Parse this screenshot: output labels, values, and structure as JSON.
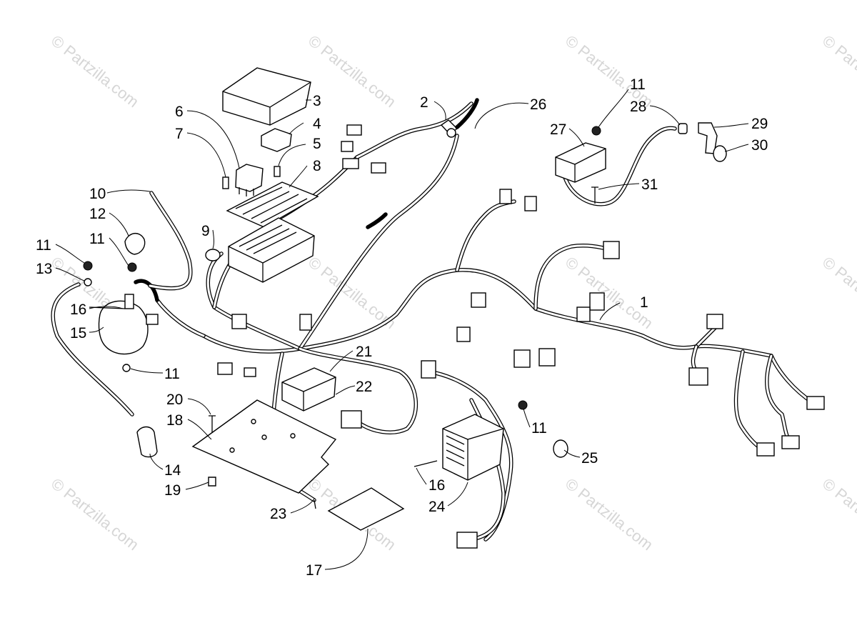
{
  "watermark": {
    "text": "© Partzilla.com"
  },
  "callouts": [
    {
      "num": "1"
    },
    {
      "num": "2"
    },
    {
      "num": "3"
    },
    {
      "num": "4"
    },
    {
      "num": "5"
    },
    {
      "num": "6"
    },
    {
      "num": "7"
    },
    {
      "num": "8"
    },
    {
      "num": "9"
    },
    {
      "num": "10"
    },
    {
      "num": "11"
    },
    {
      "num": "12"
    },
    {
      "num": "11"
    },
    {
      "num": "11"
    },
    {
      "num": "13"
    },
    {
      "num": "16"
    },
    {
      "num": "15"
    },
    {
      "num": "11"
    },
    {
      "num": "20"
    },
    {
      "num": "18"
    },
    {
      "num": "14"
    },
    {
      "num": "19"
    },
    {
      "num": "21"
    },
    {
      "num": "22"
    },
    {
      "num": "23"
    },
    {
      "num": "17"
    },
    {
      "num": "26"
    },
    {
      "num": "27"
    },
    {
      "num": "28"
    },
    {
      "num": "29"
    },
    {
      "num": "30"
    },
    {
      "num": "31"
    },
    {
      "num": "11"
    },
    {
      "num": "25"
    },
    {
      "num": "16"
    },
    {
      "num": "24"
    }
  ]
}
